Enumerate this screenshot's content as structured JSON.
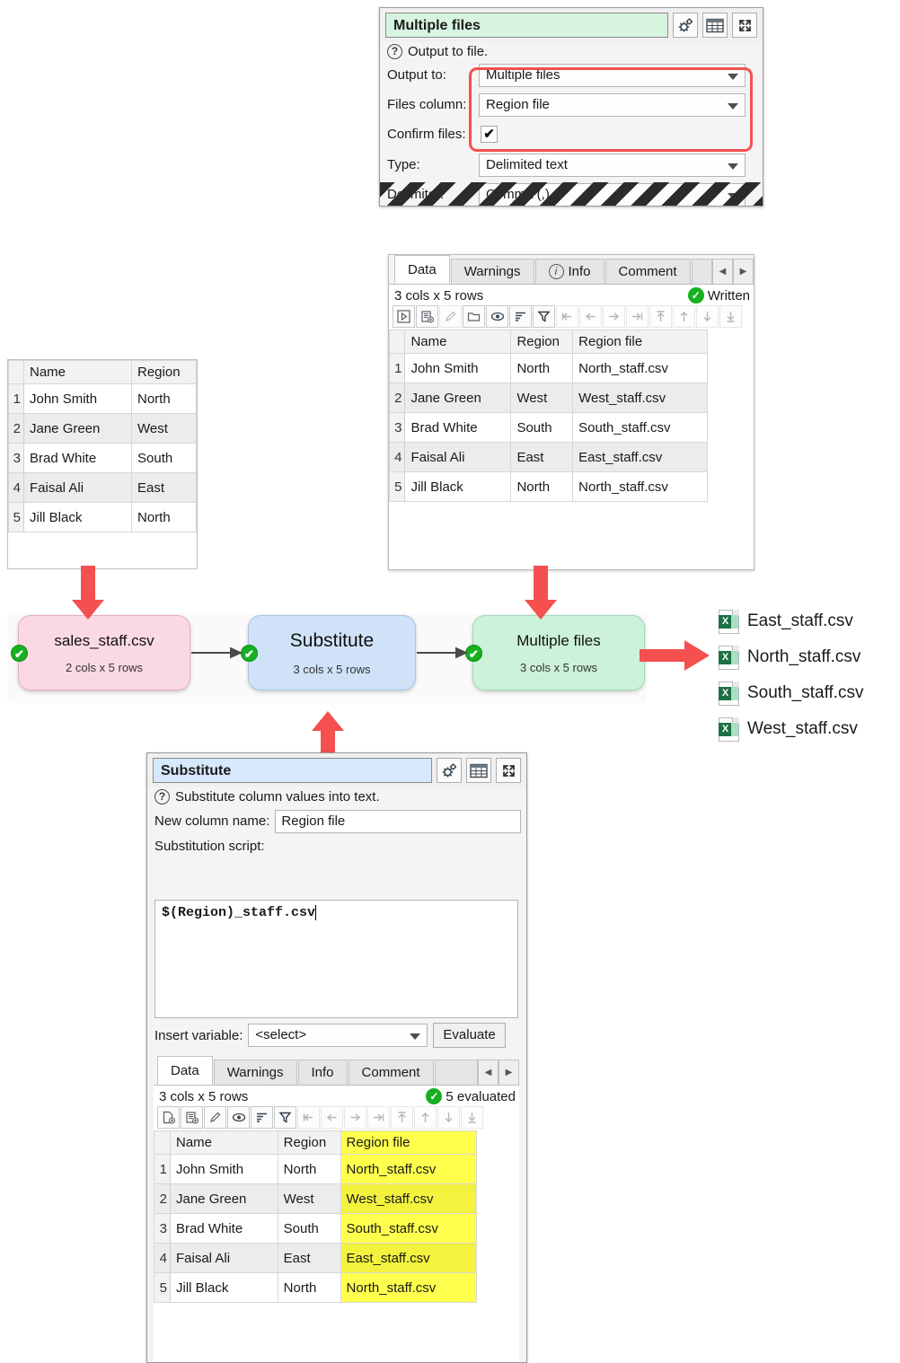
{
  "output_panel": {
    "title": "Multiple files",
    "help_text": "Output to file.",
    "icons": {
      "gears": "gears-icon",
      "table": "table-icon",
      "expand": "expand-icon"
    },
    "fields": [
      {
        "label": "Output to:",
        "value": "Multiple files",
        "type": "combo"
      },
      {
        "label": "Files column:",
        "value": "Region file",
        "type": "combo"
      },
      {
        "label": "Confirm files:",
        "value": "✔",
        "type": "checkbox"
      },
      {
        "label": "Type:",
        "value": "Delimited text",
        "type": "combo"
      },
      {
        "label": "Delimiter:",
        "value": "Comma (,)",
        "type": "combo"
      }
    ],
    "highlight_color": "#f4504f"
  },
  "output_table_panel": {
    "tabs": [
      {
        "label": "Data",
        "icon": "",
        "active": true
      },
      {
        "label": "Warnings",
        "icon": "",
        "active": false
      },
      {
        "label": "Info",
        "icon": "info-icon",
        "active": false
      },
      {
        "label": "Comment",
        "icon": "",
        "active": false
      }
    ],
    "nav": {
      "prev": "◀",
      "next": "▶"
    },
    "status": "3 cols x 5 rows",
    "badge": "Written",
    "toolbar_icons": [
      "run-icon",
      "paste-add-icon",
      "edit-icon",
      "folder-icon",
      "eye-icon",
      "sort-icon",
      "filter-icon",
      "first-col-icon",
      "prev-col-icon",
      "next-col-icon",
      "last-col-icon",
      "first-row-icon",
      "prev-row-icon",
      "next-row-icon",
      "last-row-icon"
    ],
    "columns": [
      "Name",
      "Region",
      "Region file"
    ],
    "rows": [
      {
        "n": "1",
        "cells": [
          "John Smith",
          "North",
          "North_staff.csv"
        ]
      },
      {
        "n": "2",
        "cells": [
          "Jane Green",
          "West",
          "West_staff.csv"
        ]
      },
      {
        "n": "3",
        "cells": [
          "Brad White",
          "South",
          "South_staff.csv"
        ]
      },
      {
        "n": "4",
        "cells": [
          "Faisal Ali",
          "East",
          "East_staff.csv"
        ]
      },
      {
        "n": "5",
        "cells": [
          "Jill Black",
          "North",
          "North_staff.csv"
        ]
      }
    ]
  },
  "input_table": {
    "columns": [
      "Name",
      "Region"
    ],
    "rows": [
      {
        "n": "1",
        "cells": [
          "John Smith",
          "North"
        ]
      },
      {
        "n": "2",
        "cells": [
          "Jane Green",
          "West"
        ]
      },
      {
        "n": "3",
        "cells": [
          "Brad White",
          "South"
        ]
      },
      {
        "n": "4",
        "cells": [
          "Faisal Ali",
          "East"
        ]
      },
      {
        "n": "5",
        "cells": [
          "Jill Black",
          "North"
        ]
      }
    ]
  },
  "flow": {
    "nodes": [
      {
        "name": "sales_staff.csv",
        "sub": "2 cols x 5 rows",
        "color": "pink",
        "status": "✔"
      },
      {
        "name": "Substitute",
        "sub": "3 cols x 5 rows",
        "color": "blue",
        "status": "✔"
      },
      {
        "name": "Multiple files",
        "sub": "3 cols x 5 rows",
        "color": "green",
        "status": "✔"
      }
    ]
  },
  "files": {
    "items": [
      {
        "name": "East_staff.csv",
        "icon": "excel-csv-icon"
      },
      {
        "name": "North_staff.csv",
        "icon": "excel-csv-icon"
      },
      {
        "name": "South_staff.csv",
        "icon": "excel-csv-icon"
      },
      {
        "name": "West_staff.csv",
        "icon": "excel-csv-icon"
      }
    ]
  },
  "substitute_panel": {
    "title": "Substitute",
    "help_text": "Substitute column values into text.",
    "icons": {
      "gears": "gears-icon",
      "table": "table-icon",
      "expand": "expand-icon"
    },
    "new_column_label": "New column name:",
    "new_column_value": "Region file",
    "script_label": "Substitution script:",
    "script_value": "$(Region)_staff.csv",
    "insert_variable_label": "Insert variable:",
    "insert_variable_value": "<select>",
    "evaluate_label": "Evaluate",
    "tabs": [
      {
        "label": "Data",
        "active": true
      },
      {
        "label": "Warnings",
        "active": false
      },
      {
        "label": "Info",
        "active": false
      },
      {
        "label": "Comment",
        "active": false
      }
    ],
    "nav": {
      "prev": "◀",
      "next": "▶"
    },
    "status": "3 cols x 5 rows",
    "badge": "5 evaluated",
    "toolbar_icons": [
      "new-file-icon",
      "paste-add-icon",
      "edit-icon",
      "eye-icon",
      "sort-icon",
      "filter-icon",
      "first-col-icon",
      "prev-col-icon",
      "next-col-icon",
      "last-col-icon",
      "first-row-icon",
      "prev-row-icon",
      "next-row-icon",
      "last-row-icon"
    ],
    "columns": [
      "Name",
      "Region",
      "Region file"
    ],
    "highlight_column_index": 2,
    "rows": [
      {
        "n": "1",
        "cells": [
          "John Smith",
          "North",
          "North_staff.csv"
        ]
      },
      {
        "n": "2",
        "cells": [
          "Jane Green",
          "West",
          "West_staff.csv"
        ]
      },
      {
        "n": "3",
        "cells": [
          "Brad White",
          "South",
          "South_staff.csv"
        ]
      },
      {
        "n": "4",
        "cells": [
          "Faisal Ali",
          "East",
          "East_staff.csv"
        ]
      },
      {
        "n": "5",
        "cells": [
          "Jill Black",
          "North",
          "North_staff.csv"
        ]
      }
    ]
  },
  "colors": {
    "accent_red": "#f4504f",
    "success_green": "#17b021",
    "highlight_yellow": "#ffff4d",
    "node_pink": "#fbd9e3",
    "node_blue": "#cfe2f8",
    "node_green": "#ccf2da"
  }
}
